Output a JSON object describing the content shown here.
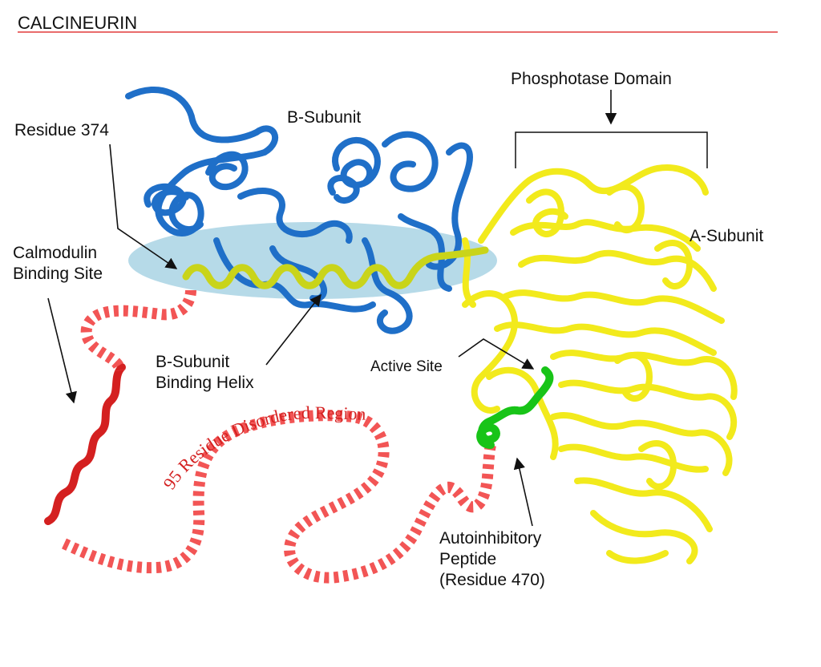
{
  "title": "CALCINEURIN",
  "colors": {
    "rule": "#e23b3b",
    "b_subunit": "#1f6fc8",
    "a_subunit": "#f2ea1c",
    "binding_helix": "#c9d41a",
    "calmodulin_helix": "#d42020",
    "disordered": "#f25555",
    "autoinhibitory": "#18c418",
    "shade": "#a9d4e4"
  },
  "labels": {
    "phosphatase_domain": "Phosphotase Domain",
    "b_subunit": "B-Subunit",
    "residue_374": "Residue 374",
    "a_subunit": "A-Subunit",
    "calmodulin_line1": "Calmodulin",
    "calmodulin_line2": "Binding Site",
    "binding_helix_line1": "B-Subunit",
    "binding_helix_line2": "Binding Helix",
    "active_site": "Active Site",
    "disordered_region": "95 Residue Disordered Region",
    "autoinhibitory_line1": "Autoinhibitory",
    "autoinhibitory_line2": "Peptide",
    "autoinhibitory_line3": "(Residue 470)"
  }
}
